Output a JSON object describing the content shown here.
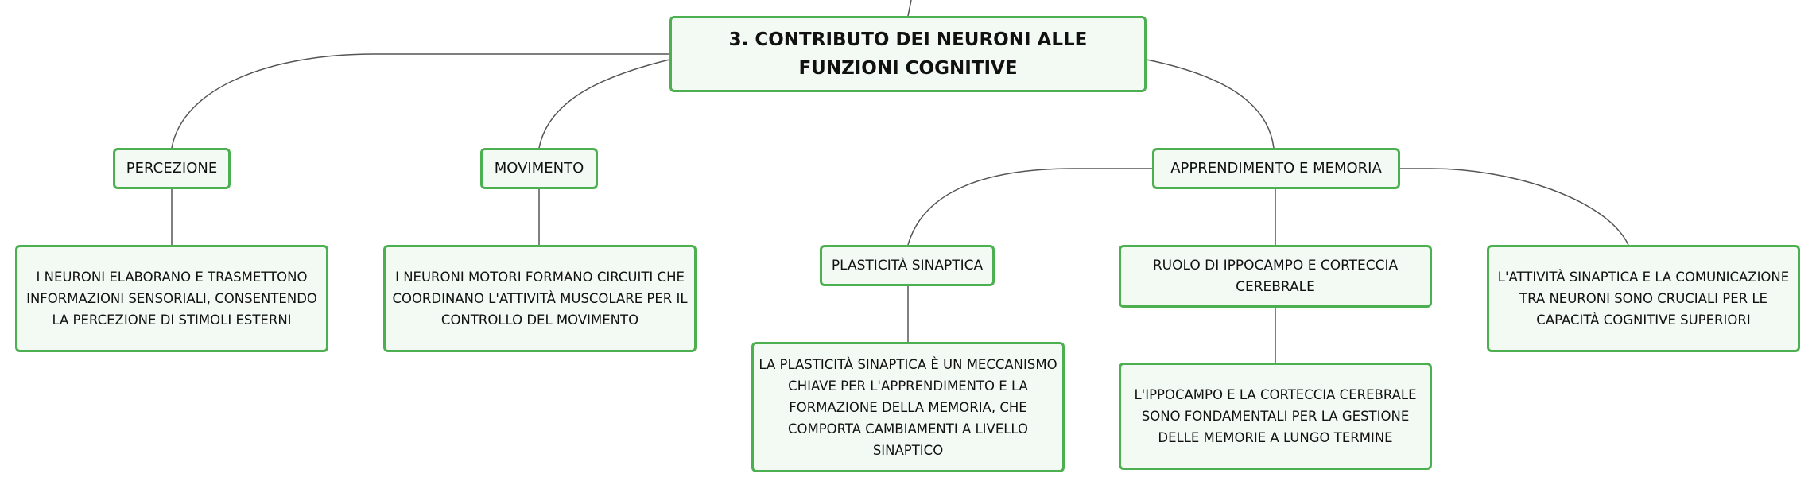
{
  "root": {
    "title": "3. CONTRIBUTO DEI NEURONI ALLE FUNZIONI COGNITIVE"
  },
  "branches": {
    "percezione": {
      "label": "PERCEZIONE",
      "detail": "I NEURONI ELABORANO E TRASMETTONO INFORMAZIONI SENSORIALI, CONSENTENDO LA PERCEZIONE DI STIMOLI ESTERNI"
    },
    "movimento": {
      "label": "MOVIMENTO",
      "detail": "I NEURONI MOTORI FORMANO CIRCUITI CHE COORDINANO L'ATTIVITÀ MUSCOLARE PER IL CONTROLLO DEL MOVIMENTO"
    },
    "apprendimento": {
      "label": "APPRENDIMENTO E MEMORIA",
      "plasticita": {
        "label": "PLASTICITÀ SINAPTICA",
        "detail": "LA PLASTICITÀ SINAPTICA È UN MECCANISMO CHIAVE PER L'APPRENDIMENTO E LA FORMAZIONE DELLA MEMORIA, CHE COMPORTA CAMBIAMENTI A LIVELLO SINAPTICO"
      },
      "ippocampo": {
        "label": "RUOLO DI IPPOCAMPO E CORTECCIA CEREBRALE",
        "detail": "L'IPPOCAMPO E LA CORTECCIA CEREBRALE SONO FONDAMENTALI PER LA GESTIONE DELLE MEMORIE A LUNGO TERMINE"
      },
      "attivita": {
        "detail": "L'ATTIVITÀ SINAPTICA E LA COMUNICAZIONE TRA NEURONI SONO CRUCIALI PER LE CAPACITÀ COGNITIVE SUPERIORI"
      }
    }
  },
  "colors": {
    "node_border": "#4caf50",
    "node_fill": "#f2faf3",
    "connector": "#555555"
  }
}
